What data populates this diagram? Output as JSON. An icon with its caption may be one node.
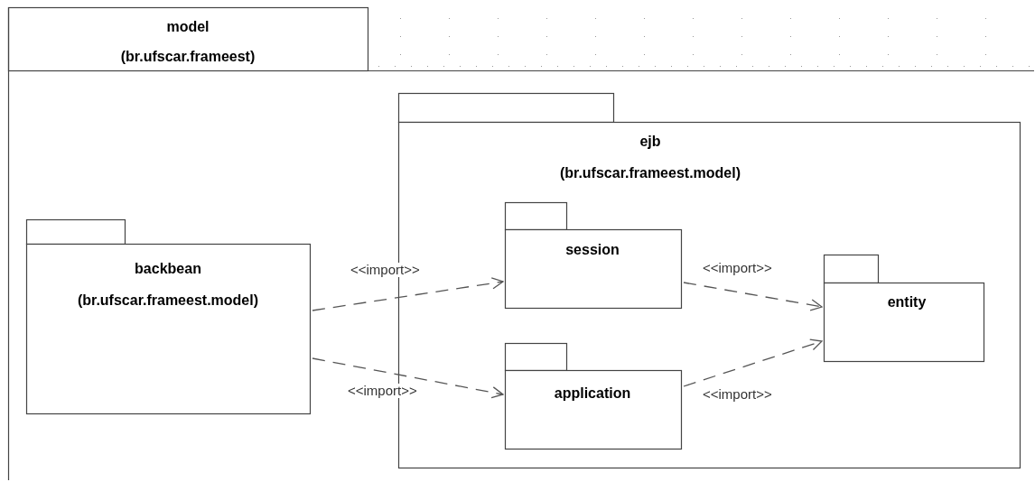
{
  "diagram": {
    "nodes": [
      {
        "text": [
          "model",
          "(br.ufscar.frameest)"
        ]
      },
      {
        "text": [
          "backbean",
          "(br.ufscar.frameest.model)"
        ],
        "in": 0
      },
      {
        "text": [
          "ejb",
          "(br.ufscar.frameest.model)"
        ],
        "in": 0
      },
      {
        "text": [
          "session"
        ],
        "in": 2
      },
      {
        "text": [
          "application"
        ],
        "in": 2
      },
      {
        "text": [
          "entity"
        ],
        "in": 2
      }
    ],
    "edges": [
      {
        "from": 1,
        "to": 3,
        "arrow": "to",
        "label": "<<import>>",
        "style": "dashed"
      },
      {
        "from": 1,
        "to": 4,
        "arrow": "to",
        "label": "<<import>>",
        "style": "dashed"
      },
      {
        "from": 3,
        "to": 5,
        "arrow": "to",
        "label": "<<import>>",
        "style": "dashed"
      },
      {
        "from": 4,
        "to": 5,
        "arrow": "to",
        "label": "<<import>>",
        "style": "dashed"
      }
    ]
  }
}
